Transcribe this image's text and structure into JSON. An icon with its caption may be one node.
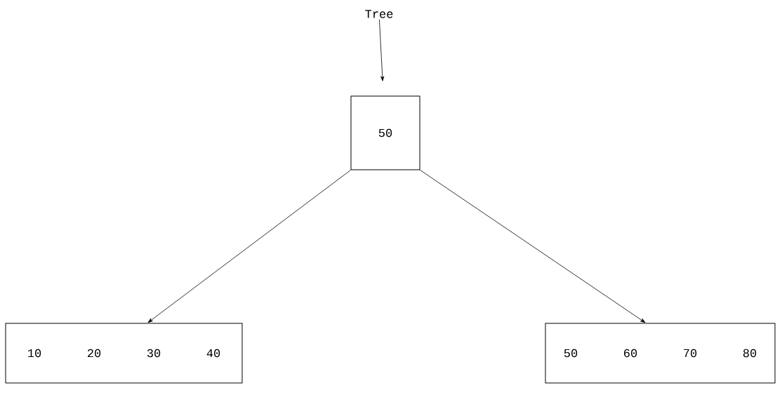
{
  "diagram": {
    "nodes": [
      {
        "text": [
          "Tree"
        ]
      },
      {
        "text": [
          "50"
        ]
      },
      {
        "text": [
          "10",
          "20",
          "30",
          "40"
        ]
      },
      {
        "text": [
          "50",
          "60",
          "70",
          "80"
        ]
      }
    ],
    "edges": [
      {
        "from": 0,
        "to": 1,
        "arrow": "to"
      },
      {
        "from": 1,
        "to": 2,
        "arrow": "to"
      },
      {
        "from": 1,
        "to": 3,
        "arrow": "to"
      }
    ]
  }
}
